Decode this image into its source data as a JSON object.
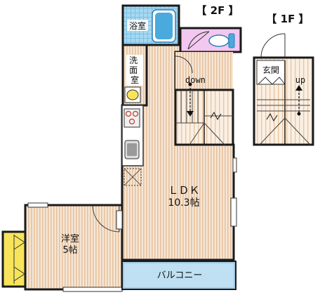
{
  "floor_labels": {
    "second": "【 2F 】",
    "first": "【 1F 】"
  },
  "rooms": {
    "bath": "浴室",
    "washroom": "洗面室",
    "ldk_name": "ＬＤＫ",
    "ldk_size": "10.3帖",
    "western_name": "洋室",
    "western_size": "5帖",
    "balcony": "バルコニー",
    "entrance": "玄関"
  },
  "stairs": {
    "down": "down",
    "up": "up"
  },
  "colors": {
    "floor_stripe": "#e9c9a8",
    "floor_base": "#f6e6d6",
    "bath_blue": "#9fd3ee",
    "bath_tub": "#4aa9dd",
    "toilet_pink": "#f3c7ef",
    "balcony_blue": "#bfe0f2",
    "closet_yellow": "#f7e45a",
    "wall": "#1a1a1a"
  }
}
